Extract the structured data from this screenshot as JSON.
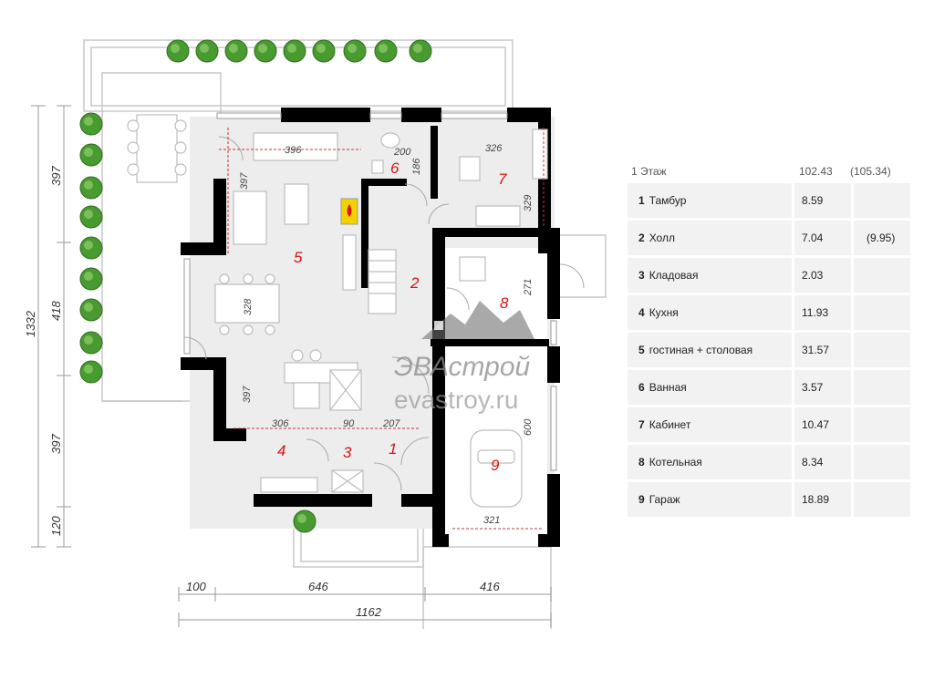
{
  "plan": {
    "watermark": {
      "brand": "ЭВАстрой",
      "site": "evastroy.ru"
    },
    "rooms": [
      {
        "num": "1"
      },
      {
        "num": "2"
      },
      {
        "num": "3"
      },
      {
        "num": "4"
      },
      {
        "num": "5"
      },
      {
        "num": "6"
      },
      {
        "num": "7"
      },
      {
        "num": "8"
      },
      {
        "num": "9"
      }
    ],
    "dimensions": {
      "left_segments": [
        "397",
        "418",
        "397",
        "120"
      ],
      "left_total": "1332",
      "bottom_segments": [
        "100",
        "646",
        "416"
      ],
      "bottom_total": "1162",
      "inner": [
        "396",
        "397",
        "328",
        "397",
        "200",
        "186",
        "326",
        "329",
        "271",
        "600",
        "321",
        "306",
        "90",
        "207"
      ]
    }
  },
  "legend": {
    "header": {
      "floor": "1 Этаж",
      "area": "102.43",
      "total": "(105.34)"
    },
    "rows": [
      {
        "num": "1",
        "name": "Тамбур",
        "area": "8.59",
        "extra": ""
      },
      {
        "num": "2",
        "name": "Холл",
        "area": "7.04",
        "extra": "(9.95)"
      },
      {
        "num": "3",
        "name": "Кладовая",
        "area": "2.03",
        "extra": ""
      },
      {
        "num": "4",
        "name": "Кухня",
        "area": "11.93",
        "extra": ""
      },
      {
        "num": "5",
        "name": "гостиная + столовая",
        "area": "31.57",
        "extra": ""
      },
      {
        "num": "6",
        "name": "Ванная",
        "area": "3.57",
        "extra": ""
      },
      {
        "num": "7",
        "name": "Кабинет",
        "area": "10.47",
        "extra": ""
      },
      {
        "num": "8",
        "name": "Котельная",
        "area": "8.34",
        "extra": ""
      },
      {
        "num": "9",
        "name": "Гараж",
        "area": "18.89",
        "extra": ""
      }
    ]
  },
  "colors": {
    "wall": "#000000",
    "room_number": "#dd1111",
    "dimension_red": "#cc3333",
    "tree": "#4a9a32"
  }
}
